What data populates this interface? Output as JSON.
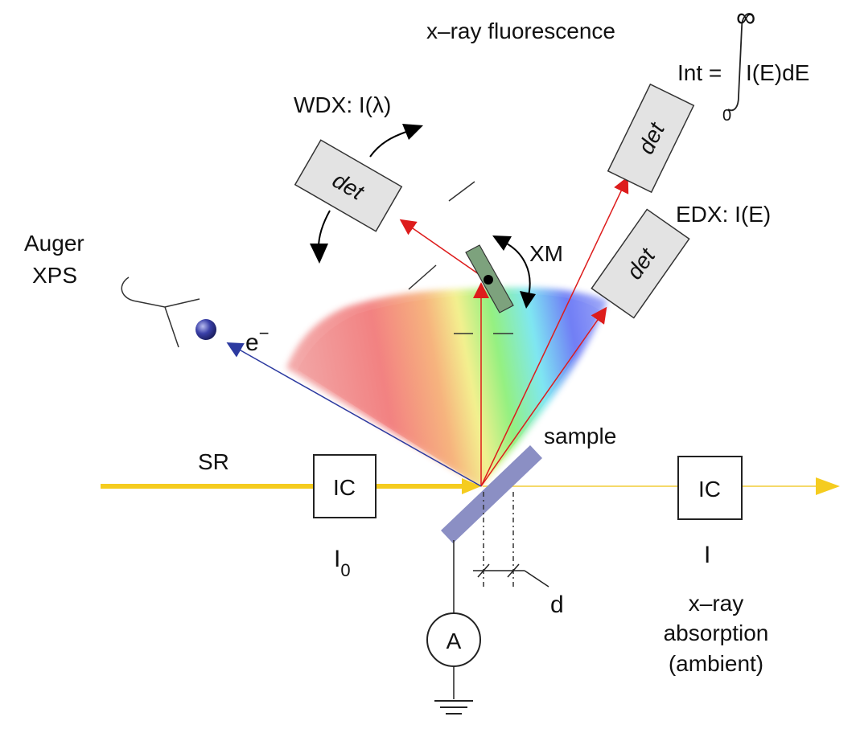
{
  "labels": {
    "xrf_title": "x–ray fluorescence",
    "int_lhs": "Int =",
    "int_upper": "∞",
    "int_lower": "0",
    "int_integrand": "I(E)dE",
    "wdx": "WDX: I(λ)",
    "edx": "EDX: I(E)",
    "auger": "Auger",
    "xps": "XPS",
    "xm": "XM",
    "electron": "e",
    "electron_sup": "−",
    "sample": "sample",
    "sr": "SR",
    "ic_left": "IC",
    "ic_right": "IC",
    "i0": "I",
    "i0_sub": "0",
    "i_trans": "I",
    "d": "d",
    "ammeter": "A",
    "xas_line1": "x–ray",
    "xas_line2": "absorption",
    "xas_line3": "(ambient)"
  },
  "detectors": {
    "wdx_label": "det",
    "edx_label": "det",
    "xrf_label": "det"
  },
  "colors": {
    "beam": "#f5cc1f",
    "sample": "#8b8fc4",
    "detector_fill": "#e3e3e3",
    "fluorescence_arrow": "#dd1c1c",
    "electron_arrow": "#2c3aa0",
    "electron_ball": "#2a2f8c",
    "crystal": "#7da27d"
  }
}
